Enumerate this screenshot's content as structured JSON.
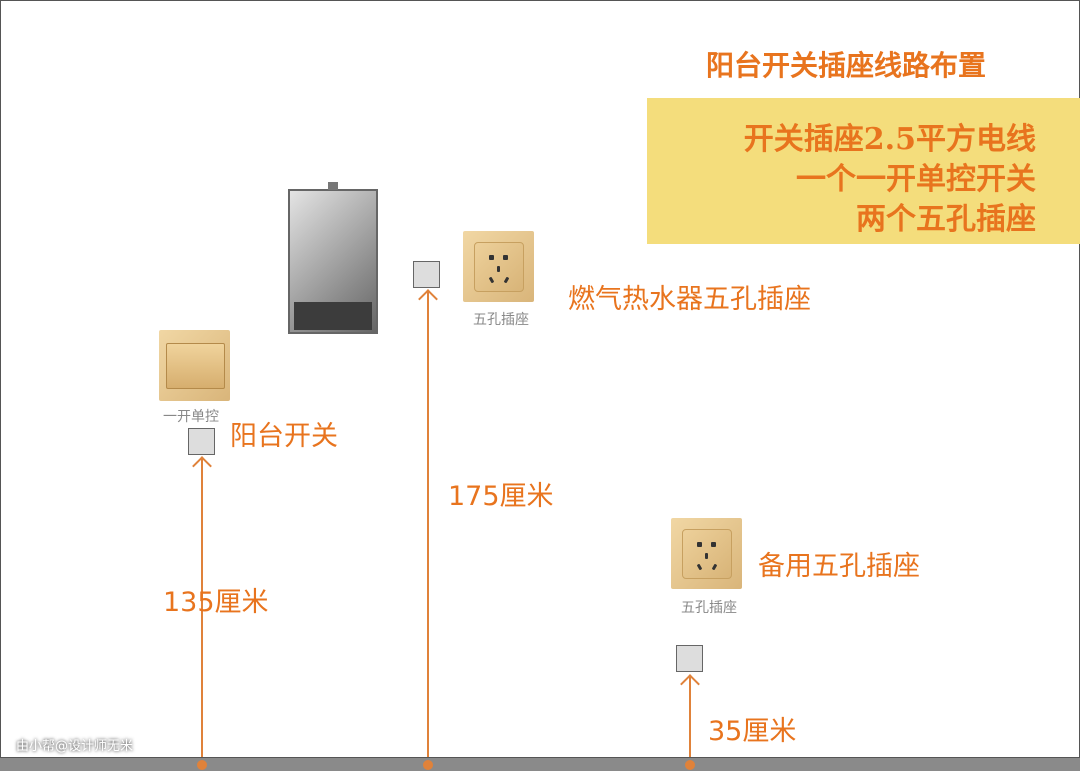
{
  "title": "阳台开关插座线路布置",
  "notes": [
    "开关插座2.5平方电线",
    "一个一开单控开关",
    "两个五孔插座"
  ],
  "switch": {
    "caption": "一开单控",
    "label": "阳台开关",
    "height": "135厘米"
  },
  "heater_socket": {
    "caption": "五孔插座",
    "label": "燃气热水器五孔插座",
    "height": "175厘米"
  },
  "spare_socket": {
    "caption": "五孔插座",
    "label": "备用五孔插座",
    "height": "35厘米"
  },
  "watermark": "由小帮@设计师无米",
  "colors": {
    "accent": "#e8741e",
    "note_bg": "#f4dd7c"
  }
}
